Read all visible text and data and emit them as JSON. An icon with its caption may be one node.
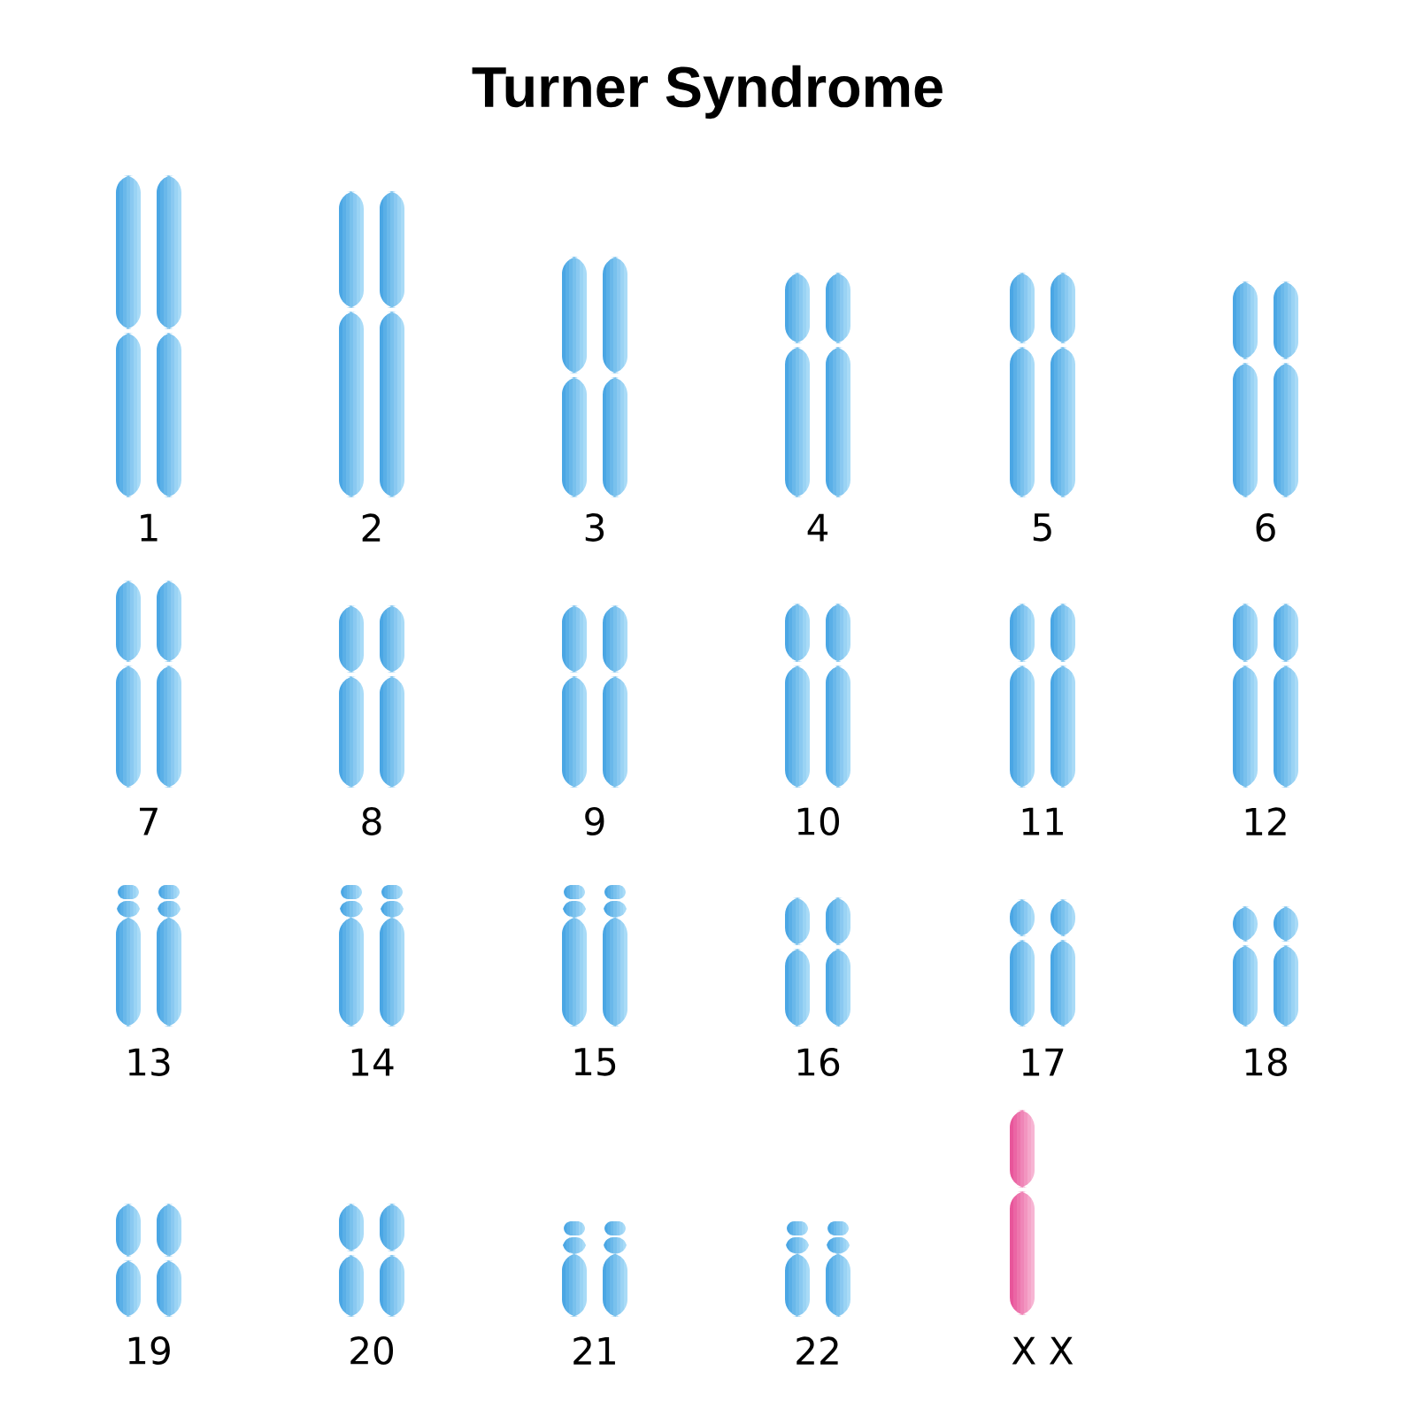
{
  "diagram": {
    "title": "Turner Syndrome",
    "labels": [
      "1",
      "2",
      "3",
      "4",
      "5",
      "6",
      "7",
      "8",
      "9",
      "10",
      "11",
      "12",
      "13",
      "14",
      "15",
      "16",
      "17",
      "18",
      "19",
      "20",
      "21",
      "22",
      "X X"
    ]
  }
}
